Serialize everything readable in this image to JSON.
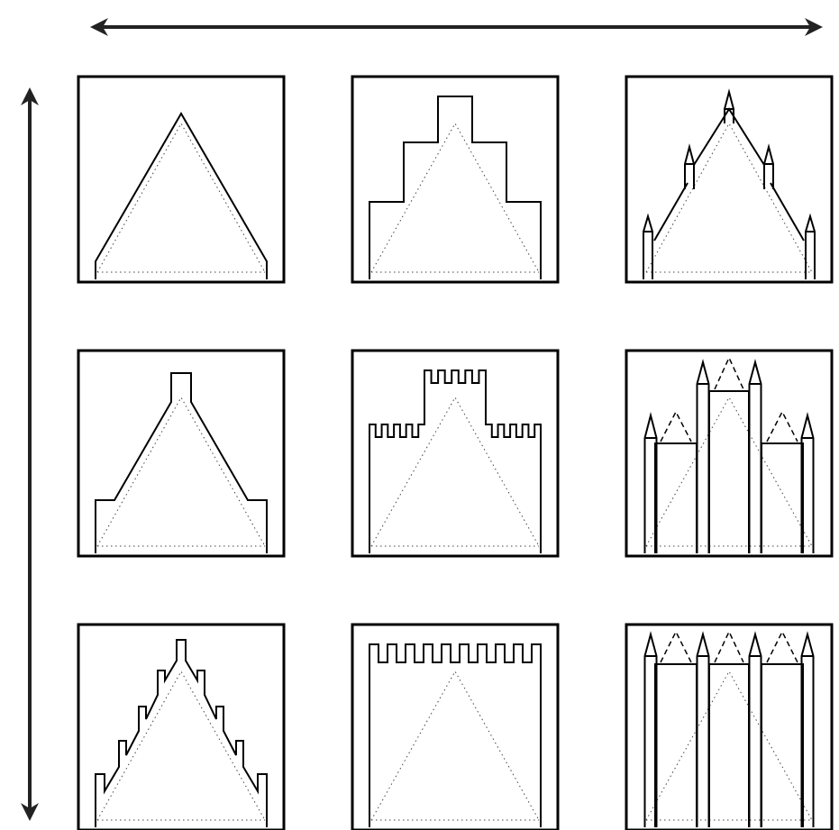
{
  "diagram": {
    "rows": 3,
    "columns": 3,
    "stroke_color": "#000000",
    "guide_color": "#444444",
    "background": "#ffffff"
  },
  "axes": {
    "horizontal": "double-headed-arrow",
    "vertical": "double-headed-arrow"
  },
  "panels": [
    {
      "row": 1,
      "col": 1,
      "name": "plain-gable-panel"
    },
    {
      "row": 1,
      "col": 2,
      "name": "stepped-gable-panel"
    },
    {
      "row": 1,
      "col": 3,
      "name": "pinnacle-gable-panel"
    },
    {
      "row": 2,
      "col": 1,
      "name": "shouldered-gable-panel"
    },
    {
      "row": 2,
      "col": 2,
      "name": "crenellated-tower-panel"
    },
    {
      "row": 2,
      "col": 3,
      "name": "three-bay-pinnacle-panel"
    },
    {
      "row": 3,
      "col": 1,
      "name": "multi-step-gable-panel"
    },
    {
      "row": 3,
      "col": 2,
      "name": "crenellated-block-panel"
    },
    {
      "row": 3,
      "col": 3,
      "name": "four-pinnacle-panel"
    }
  ]
}
